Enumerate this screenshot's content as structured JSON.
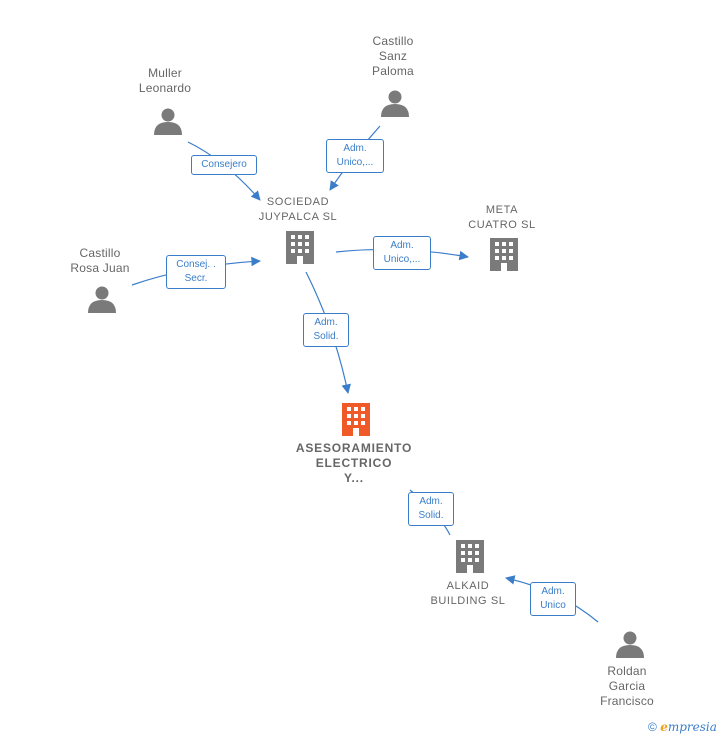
{
  "nodes": {
    "muller": {
      "label": "Muller\nLeonardo"
    },
    "castillo_sanz": {
      "label": "Castillo\nSanz\nPaloma"
    },
    "castillo_rosa": {
      "label": "Castillo\nRosa Juan"
    },
    "sociedad": {
      "label": "SOCIEDAD\nJUYPALCA SL"
    },
    "meta": {
      "label": "META\nCUATRO SL"
    },
    "asesoramiento": {
      "label": "ASESORAMIENTO\nELECTRICO\nY..."
    },
    "alkaid": {
      "label": "ALKAID\nBUILDING  SL"
    },
    "roldan": {
      "label": "Roldan\nGarcia\nFrancisco"
    }
  },
  "edges": {
    "consejero": {
      "label": "Consejero"
    },
    "adm_unico_sanz": {
      "label": "Adm.\nUnico,..."
    },
    "consej_secr": {
      "label": "Consej. .\nSecr."
    },
    "adm_unico_meta": {
      "label": "Adm.\nUnico,..."
    },
    "adm_solid_1": {
      "label": "Adm.\nSolid."
    },
    "adm_solid_2": {
      "label": "Adm.\nSolid."
    },
    "adm_unico_roldan": {
      "label": "Adm.\nUnico"
    }
  },
  "colors": {
    "edge": "#3a7ec9",
    "node_gray": "#7a7a7a",
    "focus": "#f05a28"
  },
  "footer": {
    "copyright": "©",
    "brand": "mpresia",
    "brand_initial": "e"
  }
}
